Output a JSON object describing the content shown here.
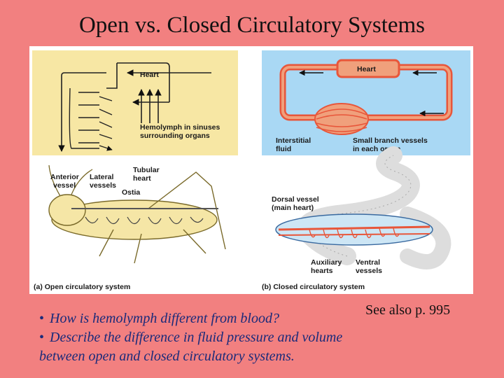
{
  "slide": {
    "title": "Open vs. Closed Circulatory Systems",
    "see_also": "See also p. 995",
    "bullets": [
      "How is hemolymph different from blood?",
      "Describe the difference in fluid pressure and volume"
    ],
    "bullet_continuation": "between open and closed circulatory systems."
  },
  "figure": {
    "open": {
      "heart_label": "Heart",
      "hemolymph_label_line1": "Hemolymph in sinuses",
      "hemolymph_label_line2": "surrounding organs",
      "anterior_label_line1": "Anterior",
      "anterior_label_line2": "vessel",
      "lateral_label_line1": "Lateral",
      "lateral_label_line2": "vessels",
      "tubular_label_line1": "Tubular",
      "tubular_label_line2": "heart",
      "ostia_label": "Ostia",
      "caption": "(a) Open circulatory system"
    },
    "closed": {
      "heart_label": "Heart",
      "interstitial_label_line1": "Interstitial",
      "interstitial_label_line2": "fluid",
      "branch_label_line1": "Small branch vessels",
      "branch_label_line2": "in each organ",
      "dorsal_label_line1": "Dorsal vessel",
      "dorsal_label_line2": "(main heart)",
      "auxiliary_label_line1": "Auxiliary",
      "auxiliary_label_line2": "hearts",
      "ventral_label_line1": "Ventral",
      "ventral_label_line2": "vessels",
      "caption": "(b) Closed circulatory system"
    },
    "colors": {
      "open_panel_bg": "#f7e7a4",
      "closed_panel_bg": "#a9d8f4",
      "vessel_red": "#e8563a",
      "vessel_fill": "#f0a07c"
    }
  }
}
